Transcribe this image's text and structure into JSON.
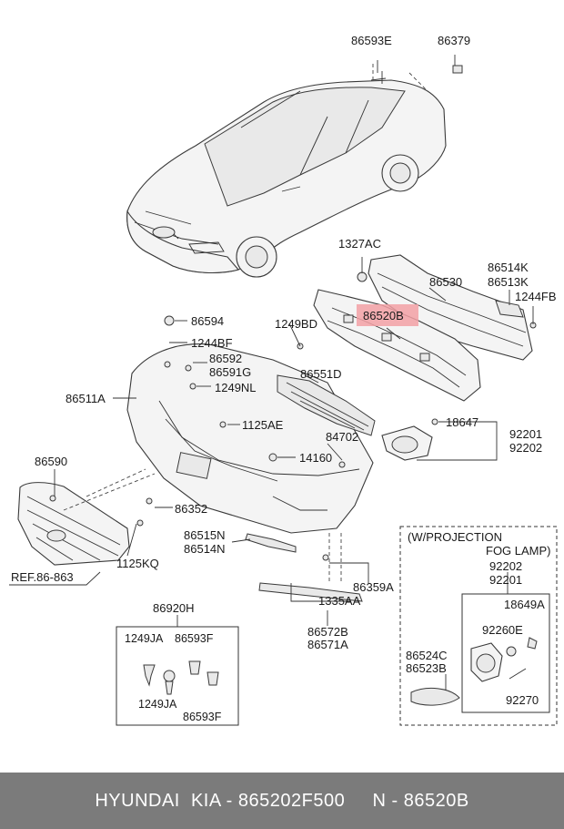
{
  "labels": {
    "p86593E": "86593E",
    "p86379": "86379",
    "p1327AC": "1327AC",
    "p86514K": "86514K",
    "p86513K": "86513K",
    "p86530": "86530",
    "p1244FB": "1244FB",
    "p86520B": "86520B",
    "p86594": "86594",
    "p1249BD": "1249BD",
    "p1244BF": "1244BF",
    "p86592": "86592",
    "p86591G": "86591G",
    "p86551D": "86551D",
    "p86511A": "86511A",
    "p1249NL": "1249NL",
    "p1125AE": "1125AE",
    "p18647": "18647",
    "p84702": "84702",
    "p92201": "92201",
    "p92202": "92202",
    "p14160": "14160",
    "p86590": "86590",
    "p86352": "86352",
    "p86515N": "86515N",
    "p86514N": "86514N",
    "p1125KQ": "1125KQ",
    "ref": "REF.86-863",
    "p86359A": "86359A",
    "p1335AA": "1335AA",
    "p86572B": "86572B",
    "p86571A": "86571A",
    "p86920H": "86920H",
    "p1249JA_a": "1249JA",
    "p86593F_a": "86593F",
    "p1249JA_b": "1249JA",
    "p86593F_b": "86593F",
    "fog_title_1": "(W/PROJECTION",
    "fog_title_2": "FOG LAMP)",
    "fog_92202": "92202",
    "fog_92201": "92201",
    "fog_18649A": "18649A",
    "fog_92260E": "92260E",
    "fog_86524C": "86524C",
    "fog_86523B": "86523B",
    "fog_92270": "92270"
  },
  "footer": {
    "text": "HYUNDAI  KIA - 865202F500     N - 86520B"
  },
  "highlight_color": "#f2a0a4"
}
